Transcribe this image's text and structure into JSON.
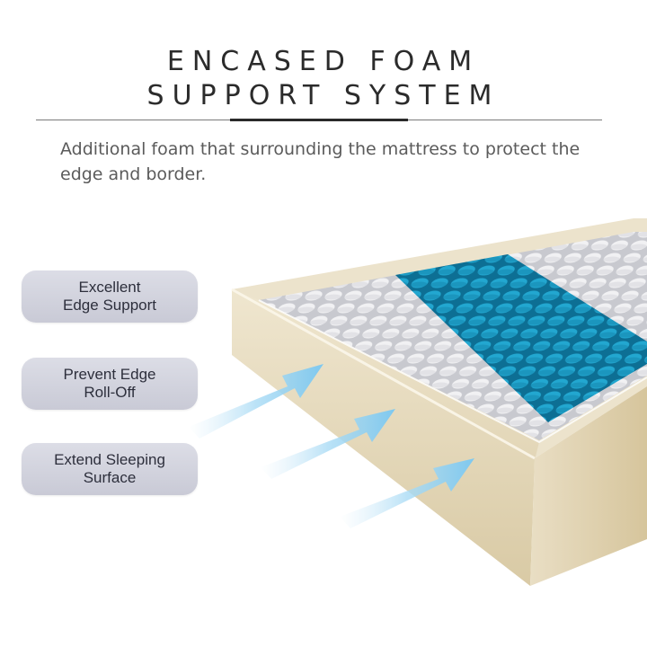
{
  "title": {
    "line1": "ENCASED FOAM",
    "line2": "SUPPORT SYSTEM"
  },
  "description": "Additional foam that surrounding the mattress to protect the edge and border.",
  "features": [
    {
      "line1": "Excellent",
      "line2": "Edge Support"
    },
    {
      "line1": "Prevent Edge",
      "line2": "Roll-Off"
    },
    {
      "line1": "Extend Sleeping",
      "line2": "Surface"
    }
  ],
  "icons": [
    "arrow-icon",
    "arrow-icon",
    "arrow-icon"
  ],
  "colors": {
    "pill_background": "#d3d4de",
    "foam_border": "#e8dcc0",
    "coil_white": "#e6e6e8",
    "coil_blue": "#1f9bc4",
    "arrow": "#8fd0f2"
  }
}
